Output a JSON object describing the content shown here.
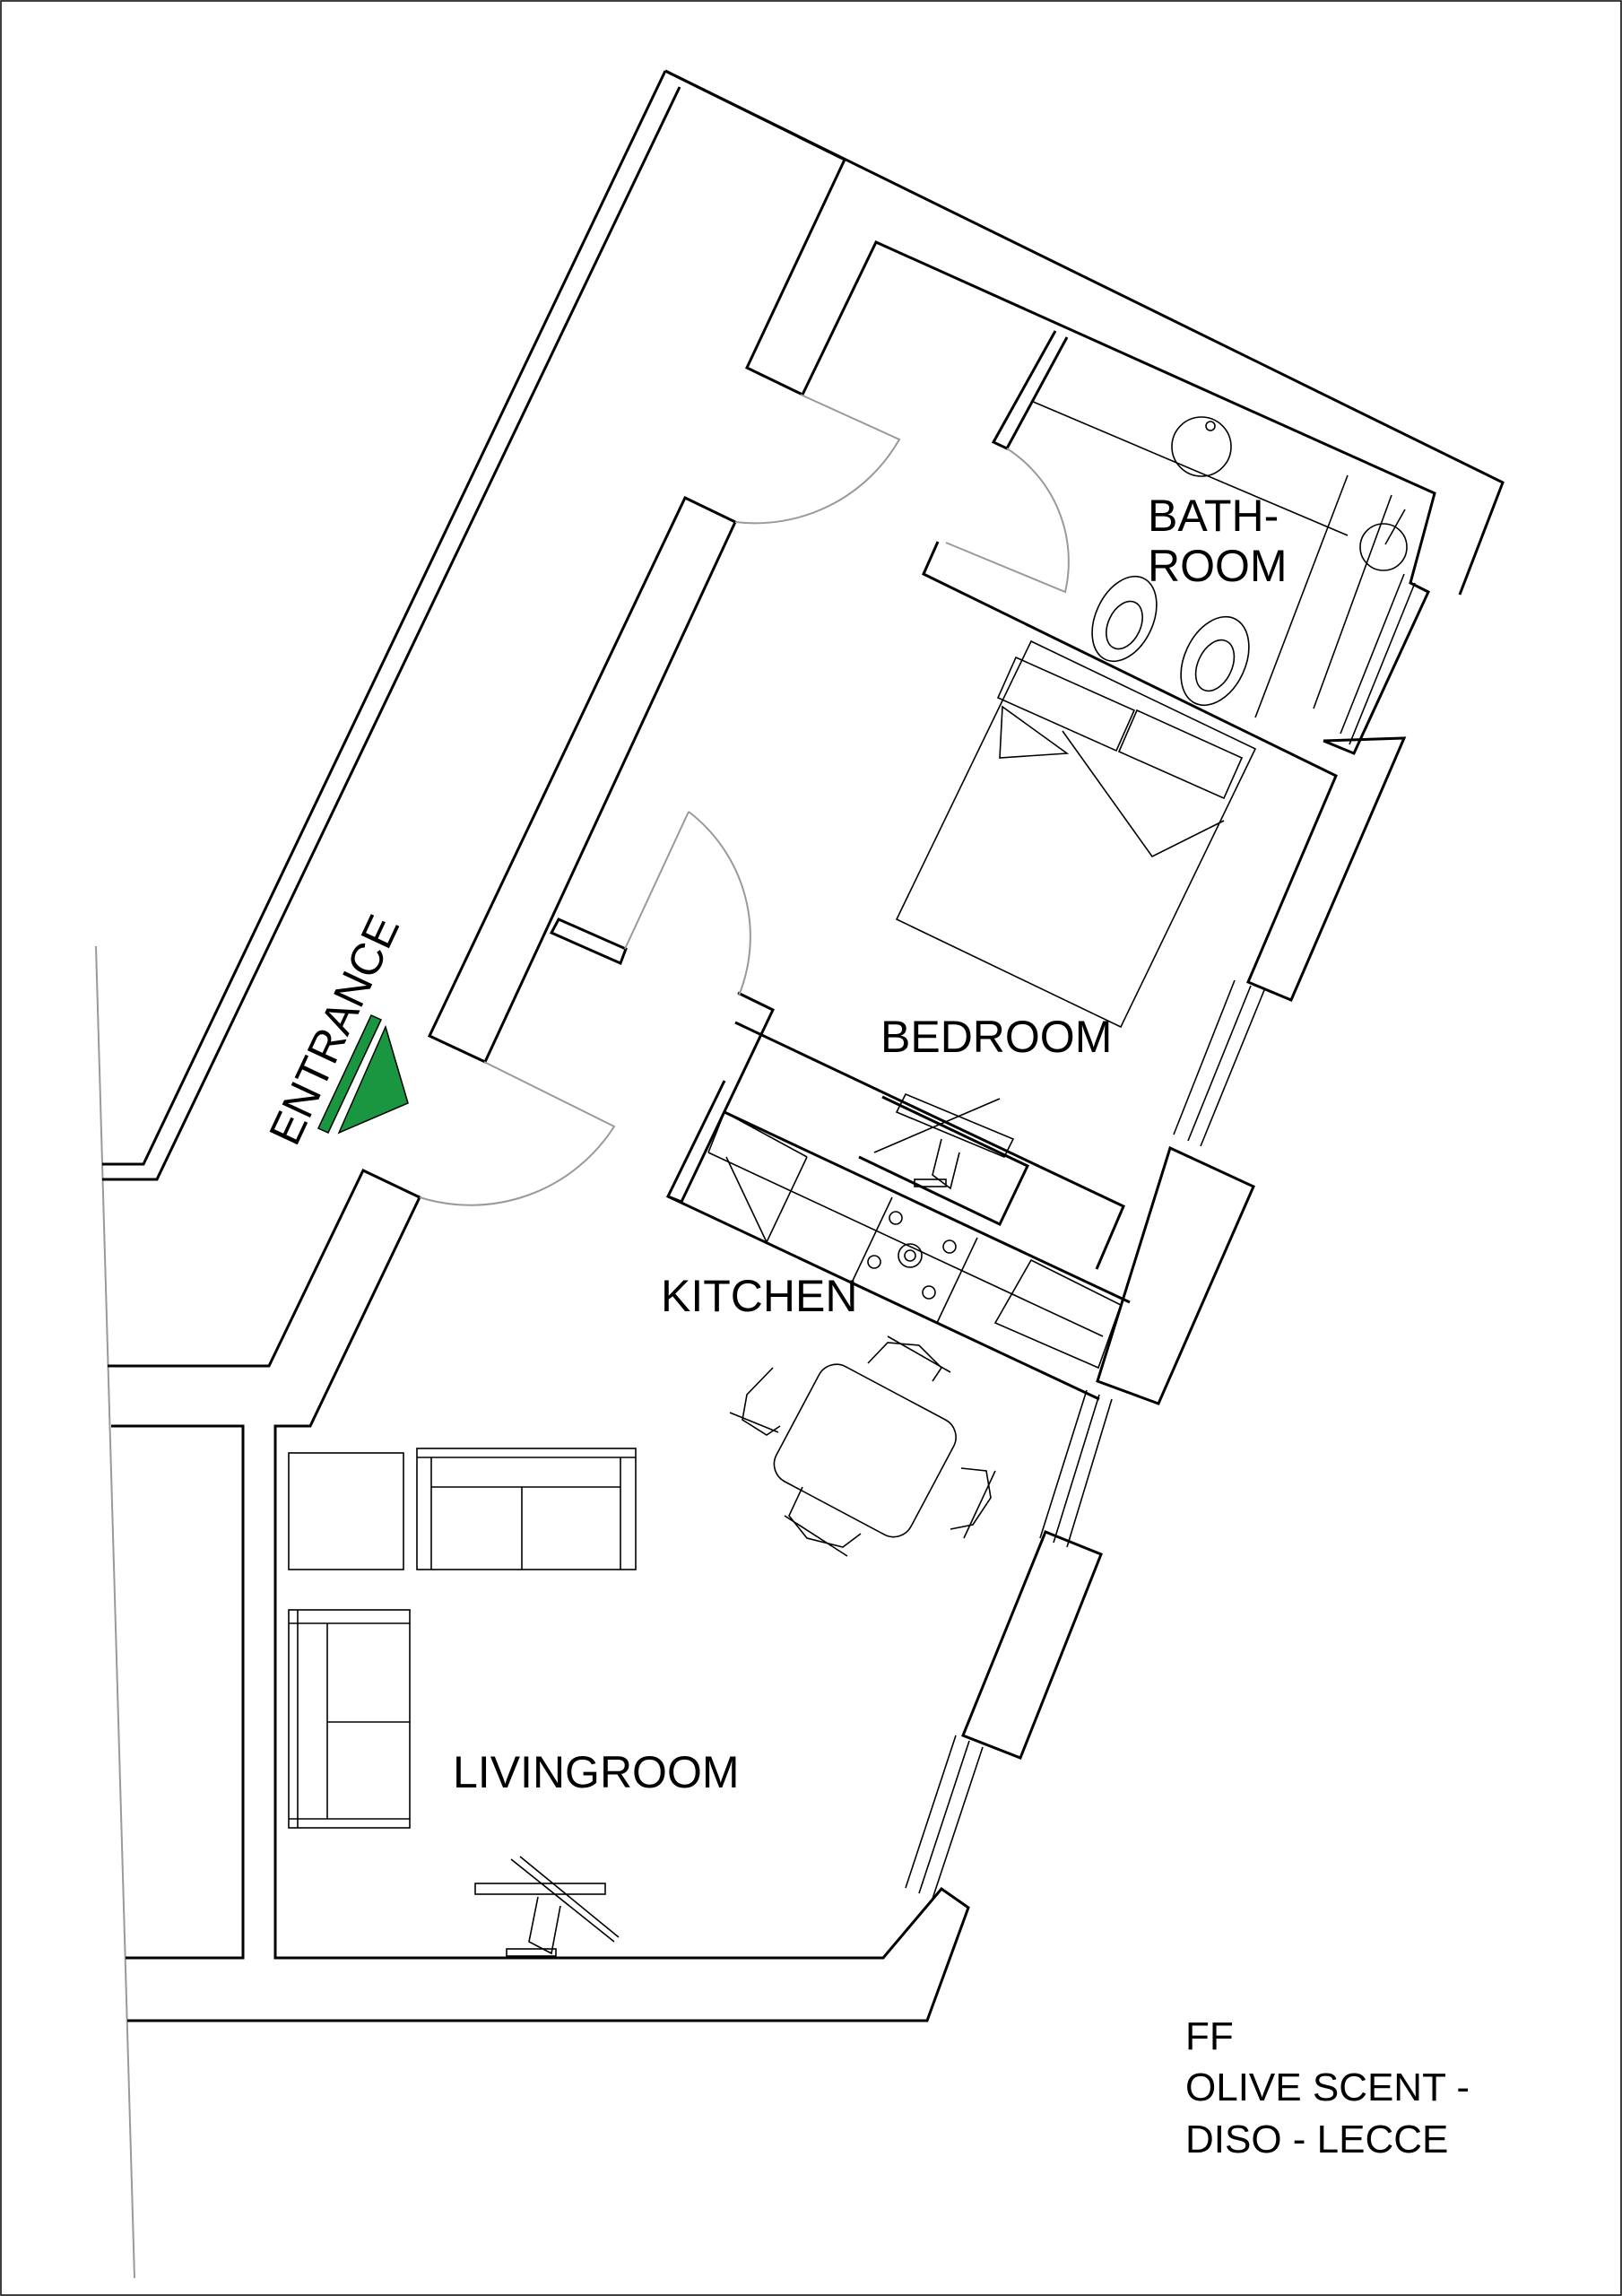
{
  "rooms": {
    "bathroom_line1": "BATH-",
    "bathroom_line2": "ROOM",
    "bedroom": "BEDROOM",
    "kitchen": "KITCHEN",
    "livingroom": "LIVINGROOM"
  },
  "entrance": {
    "label": "ENTRANCE",
    "marker_color": "#1a9641"
  },
  "caption": {
    "line1": "FF",
    "line2": "OLIVE SCENT -",
    "line3": "DISO - LECCE"
  }
}
